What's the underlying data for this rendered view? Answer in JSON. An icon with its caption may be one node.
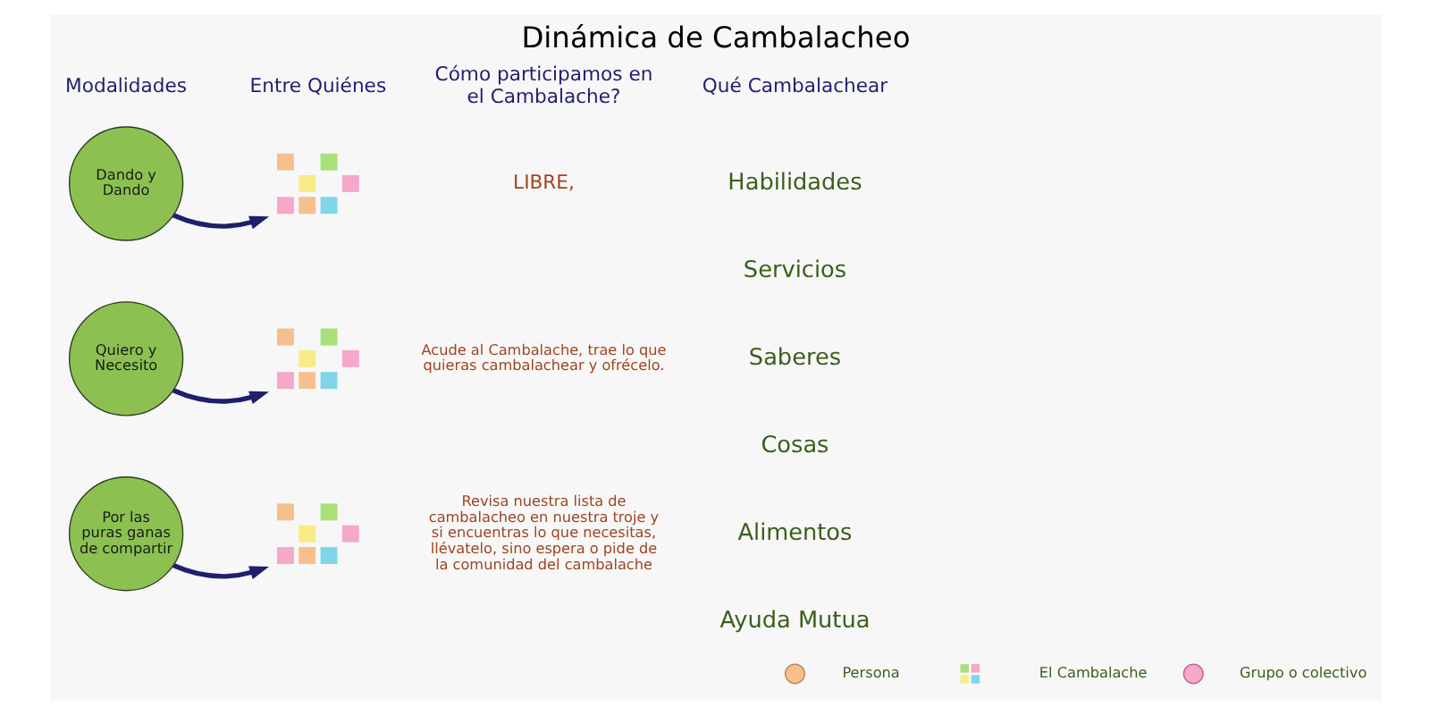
{
  "diagram": {
    "title": "Dinámica de Cambalacheo",
    "nodes": [
      {
        "text": [
          "Dando y Dando"
        ]
      },
      {
        "text": [
          "Quiero y Necesito"
        ]
      },
      {
        "text": [
          "Por las puras ganas de compartir"
        ]
      },
      {
        "text": [],
        "shape": "picture"
      },
      {
        "text": [],
        "shape": "picture"
      },
      {
        "text": [],
        "shape": "picture"
      }
    ],
    "edges": [
      {
        "from": 0,
        "to": 3,
        "arrow": "to"
      },
      {
        "from": 1,
        "to": 4,
        "arrow": "to"
      },
      {
        "from": 2,
        "to": 5,
        "arrow": "to"
      }
    ],
    "labels": [
      "Modalidades",
      "Entre Quiénes",
      "Cómo participamos en el Cambalache?",
      "Qué Cambalachear",
      "LIBRE,",
      "Acude al Cambalache, trae lo que quieras cambalachear y ofrécelo.",
      "Revisa nuestra lista de cambalacheo en nuestra troje y si encuentras lo que necesitas, llévatelo, sino espera o pide de la comunidad del cambalache",
      "Habilidades",
      "Servicios",
      "Saberes",
      "Cosas",
      "Alimentos",
      "Ayuda Mutua"
    ],
    "legend": [
      {
        "text": "Persona"
      },
      {
        "text": "El Cambalache"
      },
      {
        "text": "Grupo o colectivo"
      }
    ]
  }
}
